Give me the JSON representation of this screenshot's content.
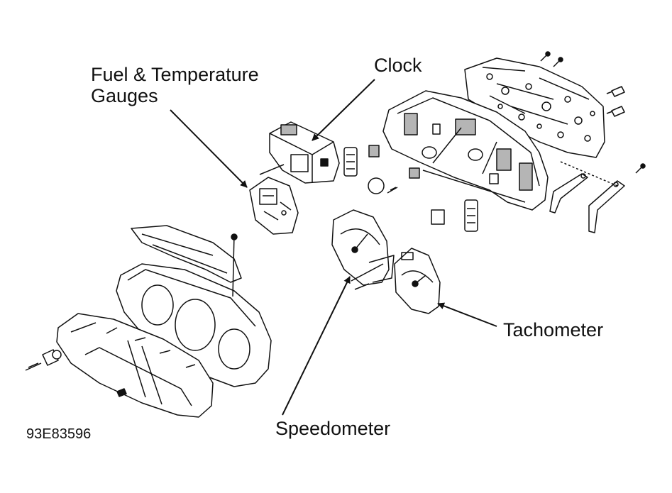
{
  "labels": {
    "fuel_line1": "Fuel & Temperature",
    "fuel_line2": "Gauges",
    "clock": "Clock",
    "tachometer": "Tachometer",
    "speedometer": "Speedometer"
  },
  "figure_code": "93E83596",
  "colors": {
    "ink": "#111111",
    "background": "#ffffff",
    "shade": "#b5b5b5"
  }
}
